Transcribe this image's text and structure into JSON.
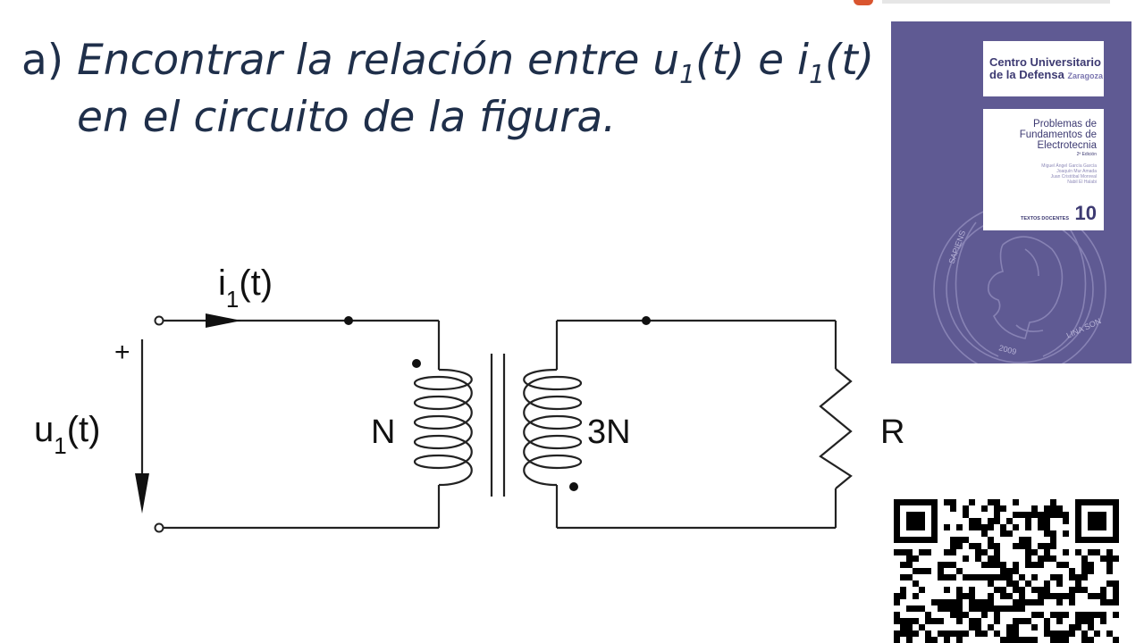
{
  "question": {
    "label": "a)",
    "line1_prefix": "Encontrar la relación entre u",
    "line1_sub1": "1",
    "line1_mid": "(t) e i",
    "line1_sub2": "1",
    "line1_suffix": "(t)",
    "line2": "en el circuito de la figura."
  },
  "circuit": {
    "current_label": "i",
    "current_sub": "1",
    "current_suffix": "(t)",
    "voltage_label": "u",
    "voltage_sub": "1",
    "voltage_suffix": "(t)",
    "plus_sign": "+",
    "primary_turns": "N",
    "secondary_turns": "3N",
    "resistor": "R"
  },
  "book": {
    "publisher_line1": "Centro Universitario",
    "publisher_line2": "de la Defensa",
    "publisher_city": "Zaragoza",
    "title_line1": "Problemas de",
    "title_line2": "Fundamentos de",
    "title_line3": "Electrotecnia",
    "edition": "2ª Edición",
    "authors": [
      "Miguel Ángel García García",
      "Joaquín Mur Amada",
      "Juan Cristóbal Monreal",
      "Nabil El Halabi"
    ],
    "series": "TEXTOS DOCENTES",
    "number": "10",
    "seal_text_1": "LINA SON",
    "seal_text_2": "2009",
    "seal_text_3": "SAPIENS"
  },
  "colors": {
    "question_text": "#1f2f4a",
    "cover_bg": "#5f5a93",
    "cover_accent": "#3d3a72"
  }
}
